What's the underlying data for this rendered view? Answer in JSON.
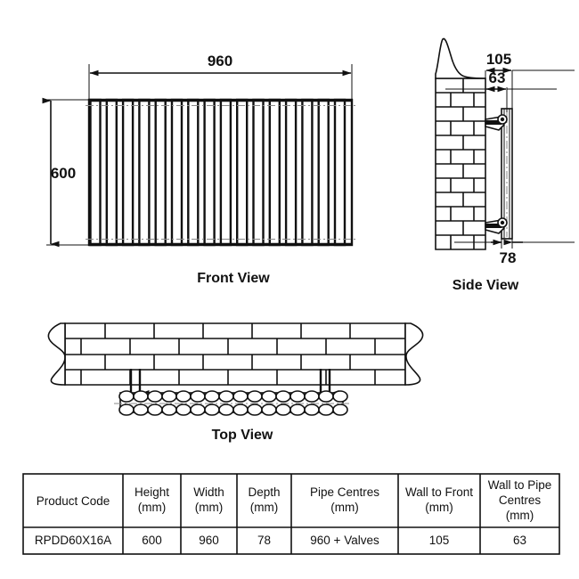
{
  "document": {
    "title": "Radiator Technical Drawing",
    "type": "engineering-dimension-drawing"
  },
  "views": {
    "front": {
      "label": "Front View",
      "width_dimension": "960",
      "height_dimension": "600",
      "tube_count": 16
    },
    "side": {
      "label": "Side View",
      "wall_to_front_dimension": "105",
      "wall_to_pipe_centres_dimension": "63",
      "depth_dimension": "78"
    },
    "top": {
      "label": "Top View"
    }
  },
  "table": {
    "headers": [
      "Product Code",
      "Height\n(mm)",
      "Width\n(mm)",
      "Depth\n(mm)",
      "Pipe Centres\n(mm)",
      "Wall to Front\n(mm)",
      "Wall to Pipe\nCentres\n(mm)"
    ],
    "header_lines": [
      [
        "Product Code"
      ],
      [
        "Height",
        "(mm)"
      ],
      [
        "Width",
        "(mm)"
      ],
      [
        "Depth",
        "(mm)"
      ],
      [
        "Pipe Centres",
        "(mm)"
      ],
      [
        "Wall to Front",
        "(mm)"
      ],
      [
        "Wall to Pipe",
        "Centres",
        "(mm)"
      ]
    ],
    "rows": [
      {
        "product_code": "RPDD60X16A",
        "height_mm": "600",
        "width_mm": "960",
        "depth_mm": "78",
        "pipe_centres_mm": "960 + Valves",
        "wall_to_front_mm": "105",
        "wall_to_pipe_centres_mm": "63"
      }
    ]
  },
  "colors": {
    "line": "#111111",
    "background": "#ffffff",
    "centerline": "#8a8a8a"
  }
}
